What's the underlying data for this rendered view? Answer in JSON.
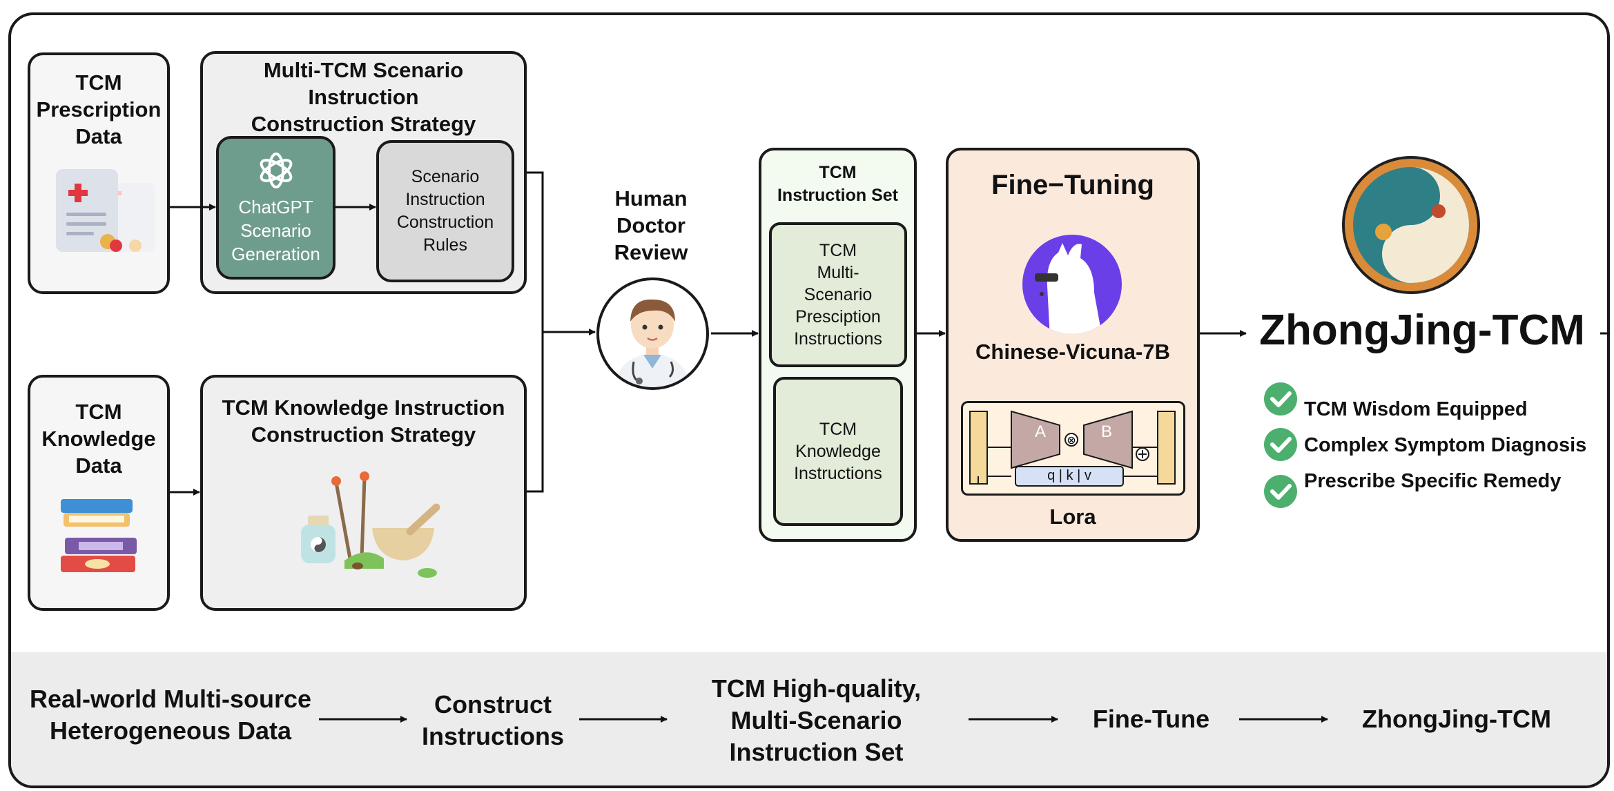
{
  "left": {
    "prescription_data": {
      "line1": "TCM",
      "line2": "Prescription",
      "line3": "Data"
    },
    "knowledge_data": {
      "line1": "TCM",
      "line2": "Knowledge",
      "line3": "Data"
    }
  },
  "strategies": {
    "scenario": {
      "title_line1": "Multi-TCM Scenario",
      "title_line2": "Instruction",
      "title_line3": "Construction Strategy",
      "chatgpt": {
        "line1": "ChatGPT",
        "line2": "Scenario",
        "line3": "Generation"
      },
      "rules": {
        "line1": "Scenario",
        "line2": "Instruction",
        "line3": "Construction",
        "line4": "Rules"
      }
    },
    "knowledge": {
      "title_line1": "TCM Knowledge Instruction",
      "title_line2": "Construction Strategy"
    }
  },
  "review": {
    "line1": "Human",
    "line2": "Doctor",
    "line3": "Review"
  },
  "instruction_set": {
    "title_line1": "TCM",
    "title_line2": "Instruction Set",
    "prescription": {
      "line1": "TCM",
      "line2": "Multi-",
      "line3": "Scenario",
      "line4": "Presciption",
      "line5": "Instructions"
    },
    "knowledge": {
      "line1": "TCM",
      "line2": "Knowledge",
      "line3": "Instructions"
    }
  },
  "fine_tuning": {
    "title": "Fine−Tuning",
    "model": "Chinese-Vicuna-7B",
    "lora": "Lora",
    "lora_a": "A",
    "lora_b": "B",
    "qkv": "q | k | v"
  },
  "result": {
    "name": "ZhongJing-TCM",
    "features": [
      "TCM Wisdom Equipped",
      "Complex Symptom Diagnosis",
      "Prescribe Specific Remedy"
    ]
  },
  "pipeline": {
    "step1_line1": "Real-world Multi-source",
    "step1_line2": "Heterogeneous Data",
    "step2_line1": "Construct",
    "step2_line2": "Instructions",
    "step3_line1": "TCM High-quality,",
    "step3_line2": "Multi-Scenario",
    "step3_line3": "Instruction Set",
    "step4": "Fine-Tune",
    "step5": "ZhongJing-TCM"
  },
  "colors": {
    "chatgpt_green": "#6f9d8d",
    "rules_gray": "#d9d9d9",
    "panel_gray": "#efefef",
    "instruction_bg": "#f3fbf1",
    "instruction_inner": "#e2ecd9",
    "finetune_bg": "#fbe9dc",
    "check_green": "#4caf6e",
    "vicuna_purple": "#6a3fe8"
  }
}
